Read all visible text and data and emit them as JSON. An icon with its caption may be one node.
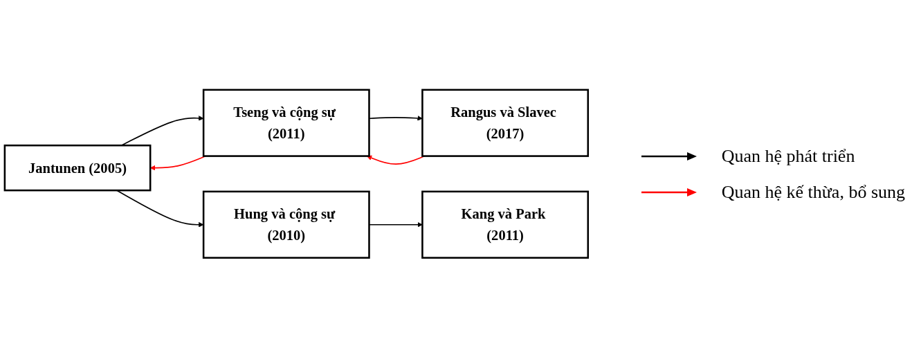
{
  "diagram": {
    "nodes": [
      {
        "text": [
          "Jantunen (2005)"
        ]
      },
      {
        "text": [
          "Tseng và cộng sự (2011)"
        ]
      },
      {
        "text": [
          "Rangus và Slavec (2017)"
        ]
      },
      {
        "text": [
          "Hung và cộng sự (2010)"
        ]
      },
      {
        "text": [
          "Kang và Park (2011)"
        ]
      }
    ],
    "edges": [
      {
        "from": 0,
        "to": 1,
        "arrow": "to"
      },
      {
        "from": 1,
        "to": 0,
        "arrow": "to",
        "color": "#ff0000"
      },
      {
        "from": 1,
        "to": 2,
        "arrow": "to"
      },
      {
        "from": 2,
        "to": 1,
        "arrow": "to",
        "color": "#ff0000"
      },
      {
        "from": 0,
        "to": 3,
        "arrow": "to"
      },
      {
        "from": 3,
        "to": 4,
        "arrow": "to"
      }
    ],
    "legend": [
      {
        "text": "Quan hệ phát triển"
      },
      {
        "text": "Quan hệ kế thừa, bổ sung"
      }
    ]
  }
}
